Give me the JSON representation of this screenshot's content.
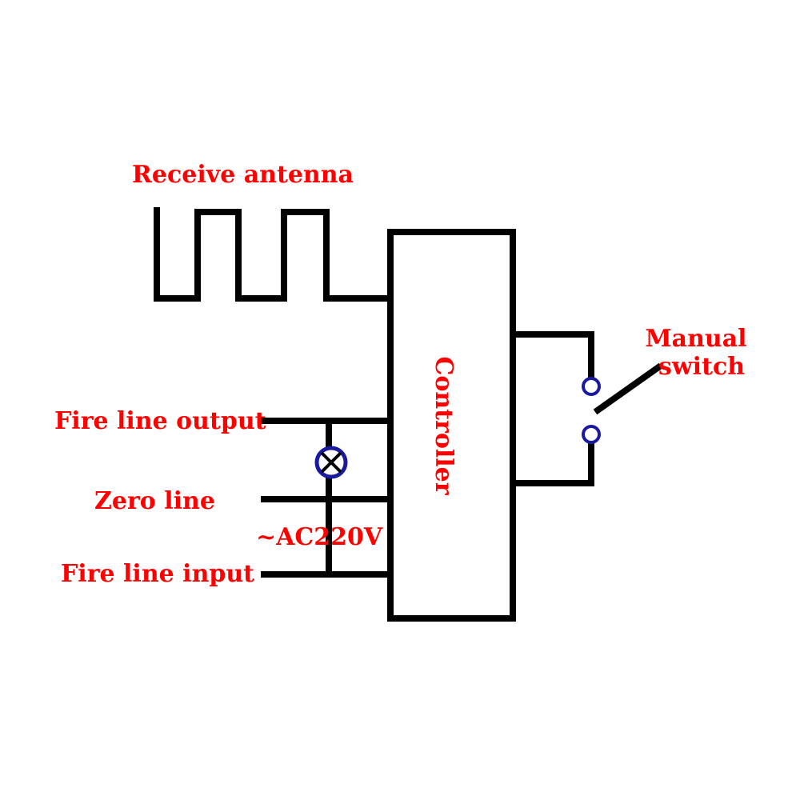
{
  "colors": {
    "label": "#ff0000",
    "wire": "#000000",
    "terminal": "#1a1aa0",
    "background": "#ffffff"
  },
  "labels": {
    "receive_antenna": "Receive antenna",
    "controller": "Controller",
    "manual_switch_line1": "Manual",
    "manual_switch_line2": "switch",
    "fire_line_output": "Fire line output",
    "zero_line": "Zero line",
    "ac_voltage": "~AC220V",
    "fire_line_input": "Fire line input"
  },
  "icons": {
    "lamp": "lamp-icon",
    "switch_terminal": "terminal-circle-icon"
  }
}
